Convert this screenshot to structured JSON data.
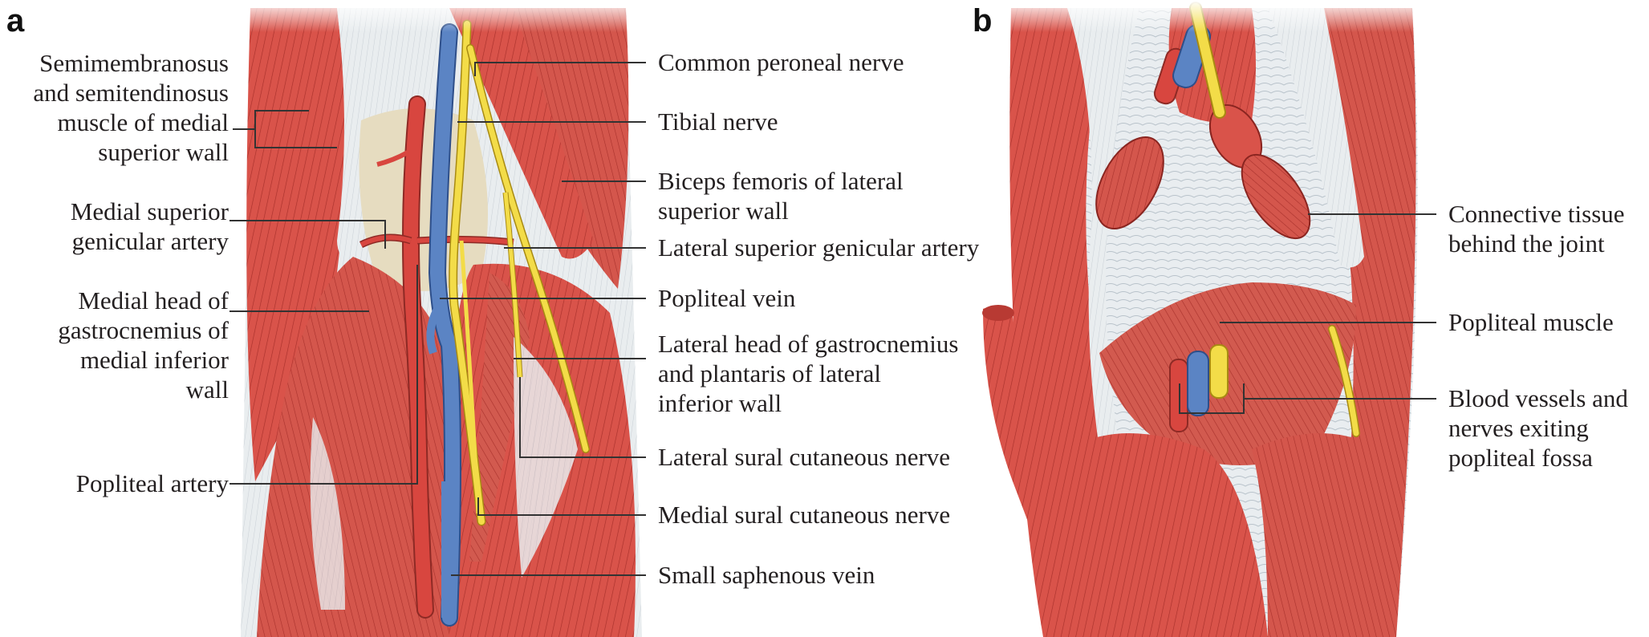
{
  "panels": {
    "a": "a",
    "b": "b"
  },
  "colors": {
    "muscle": "#d9534a",
    "muscle_dark": "#b83a33",
    "tendon": "#e8ecee",
    "artery": "#d8463f",
    "vein": "#5b84c4",
    "nerve": "#f3dc48",
    "fat": "#e6dcc0",
    "leader": "#333333"
  },
  "labels_a_left": {
    "semimembranosus": [
      "Semimembranosus",
      "and semitendinosus",
      "muscle of medial",
      "superior wall"
    ],
    "medial_sup_genicular": [
      "Medial superior",
      "genicular artery"
    ],
    "medial_head_gastroc": [
      "Medial head of",
      "gastrocnemius of",
      "medial inferior",
      "wall"
    ],
    "popliteal_artery": [
      "Popliteal artery"
    ]
  },
  "labels_a_right": {
    "common_peroneal": [
      "Common peroneal nerve"
    ],
    "tibial_nerve": [
      "Tibial nerve"
    ],
    "biceps_femoris": [
      "Biceps femoris of lateral",
      "superior wall"
    ],
    "lateral_sup_genicular": [
      "Lateral superior genicular artery"
    ],
    "popliteal_vein": [
      "Popliteal vein"
    ],
    "lateral_head_gastroc": [
      "Lateral head of gastrocnemius",
      "and plantaris of lateral",
      "inferior wall"
    ],
    "lateral_sural": [
      "Lateral sural cutaneous nerve"
    ],
    "medial_sural": [
      "Medial sural cutaneous nerve"
    ],
    "small_saphenous": [
      "Small saphenous vein"
    ]
  },
  "labels_b_right": {
    "connective_tissue": [
      "Connective tissue",
      "behind the joint"
    ],
    "popliteal_muscle": [
      "Popliteal muscle"
    ],
    "vessels_exiting": [
      "Blood vessels and",
      "nerves exiting",
      "popliteal fossa"
    ]
  }
}
